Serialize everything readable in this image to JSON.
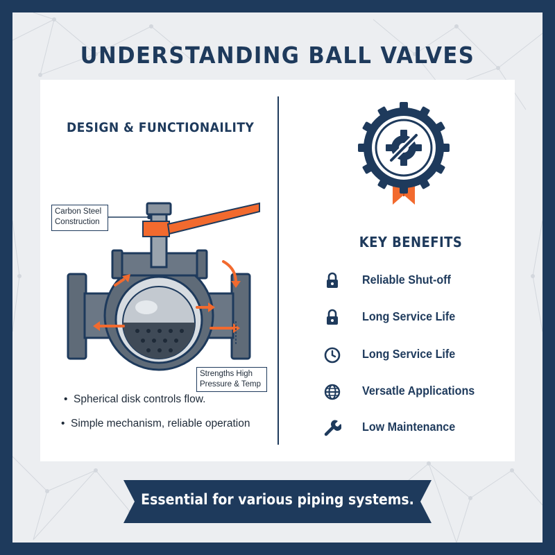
{
  "title": "UNDERSTANDING BALL VALVES",
  "left": {
    "heading": "DESIGN & FUNCTIONAILITY",
    "callouts": {
      "steel": [
        "Carbon Steel",
        "Construction"
      ],
      "strength": [
        "Strengths High",
        "Pressure & Temp"
      ]
    },
    "bullets": [
      "Spherical disk controls flow.",
      "Simple mechanism, reliable operation"
    ]
  },
  "right": {
    "badge_icon": "gear-wrench-icon",
    "heading": "KEY BENEFITS",
    "benefits": [
      {
        "label": "Reliable Shut-off",
        "icon": "lock-icon"
      },
      {
        "label": "Long Service Life",
        "icon": "lock-icon"
      },
      {
        "label": "Long Service Life",
        "icon": "clock-icon"
      },
      {
        "label": "Versatle Applications",
        "icon": "globe-icon"
      },
      {
        "label": "Low Maintenance",
        "icon": "wrench-icon"
      }
    ]
  },
  "banner": "Essential for various piping systems.",
  "colors": {
    "navy": "#1e3a5c",
    "orange": "#f26a2e",
    "steel_gray": "#5f6b78",
    "background": "#eceef1"
  }
}
